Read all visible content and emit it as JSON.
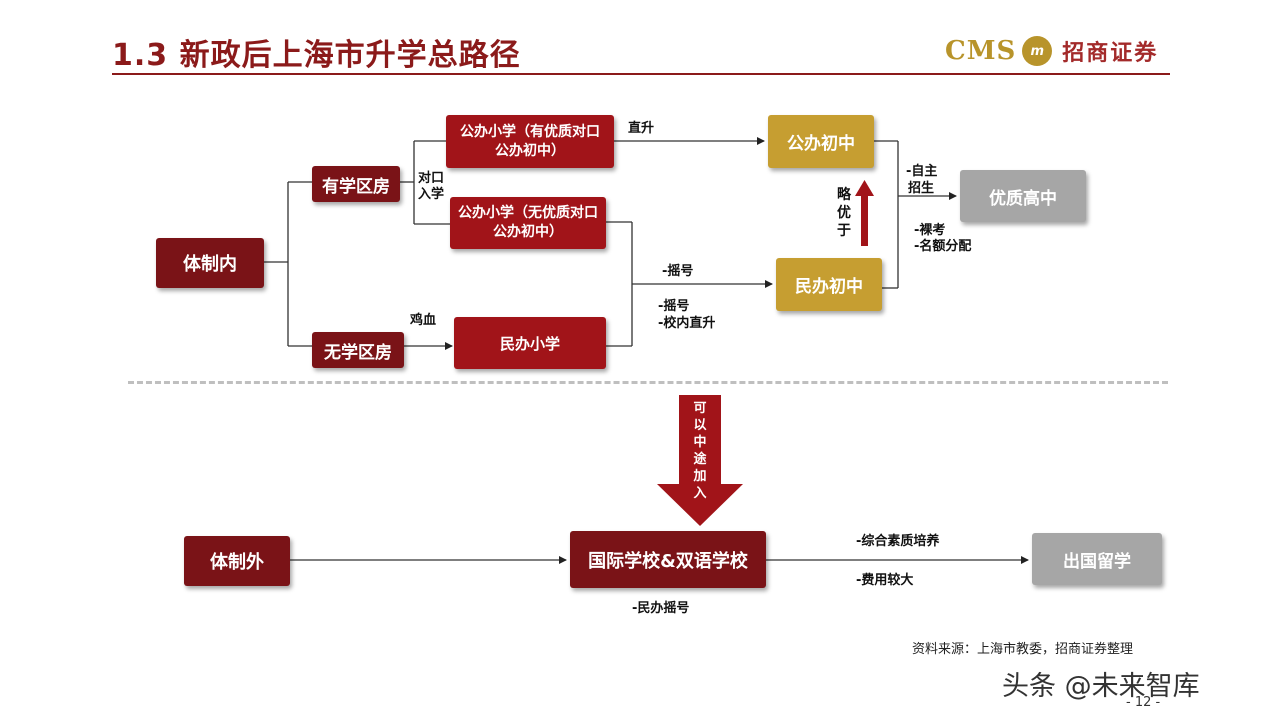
{
  "header": {
    "title": "1.3 新政后上海市升学总路径",
    "logo_latin": "CMS",
    "logo_cn": "招商证券"
  },
  "nodes": {
    "tizhinei": "体制内",
    "youxuequ": "有学区房",
    "wuxuequ": "无学区房",
    "gongban_you": "公办小学（有优质对口公办初中）",
    "gongban_wu": "公办小学（无优质对口公办初中）",
    "minban_xiao": "民办小学",
    "gongban_chu": "公办初中",
    "minban_chu": "民办初中",
    "youzhi_gao": "优质高中",
    "tizhiwai": "体制外",
    "guoji": "国际学校&双语学校",
    "chuguo": "出国留学"
  },
  "labels": {
    "duikou_1": "对口",
    "duikou_2": "入学",
    "zhisheng": "直升",
    "jixue": "鸡血",
    "yaohao": "-摇号",
    "yaohao2": "-摇号",
    "xiaonei": "-校内直升",
    "zizhu_1": "-自主",
    "zizhu_2": "招生",
    "kekao": "-裸考",
    "mingefenpei": "-名额分配",
    "lueyou": "略优于",
    "keyi": "可以中途加入",
    "zonghe": "-综合素质培养",
    "feiyong": "-费用较大",
    "minban_yaohao": "-民办摇号"
  },
  "footer": {
    "source": "资料来源：上海市教委，招商证券整理",
    "watermark": "头条 @未来智库",
    "page": "- 12 -"
  },
  "colors": {
    "dark_red": "#7A1317",
    "red": "#A11419",
    "gold": "#C69E31",
    "gray": "#A6A6A6"
  }
}
